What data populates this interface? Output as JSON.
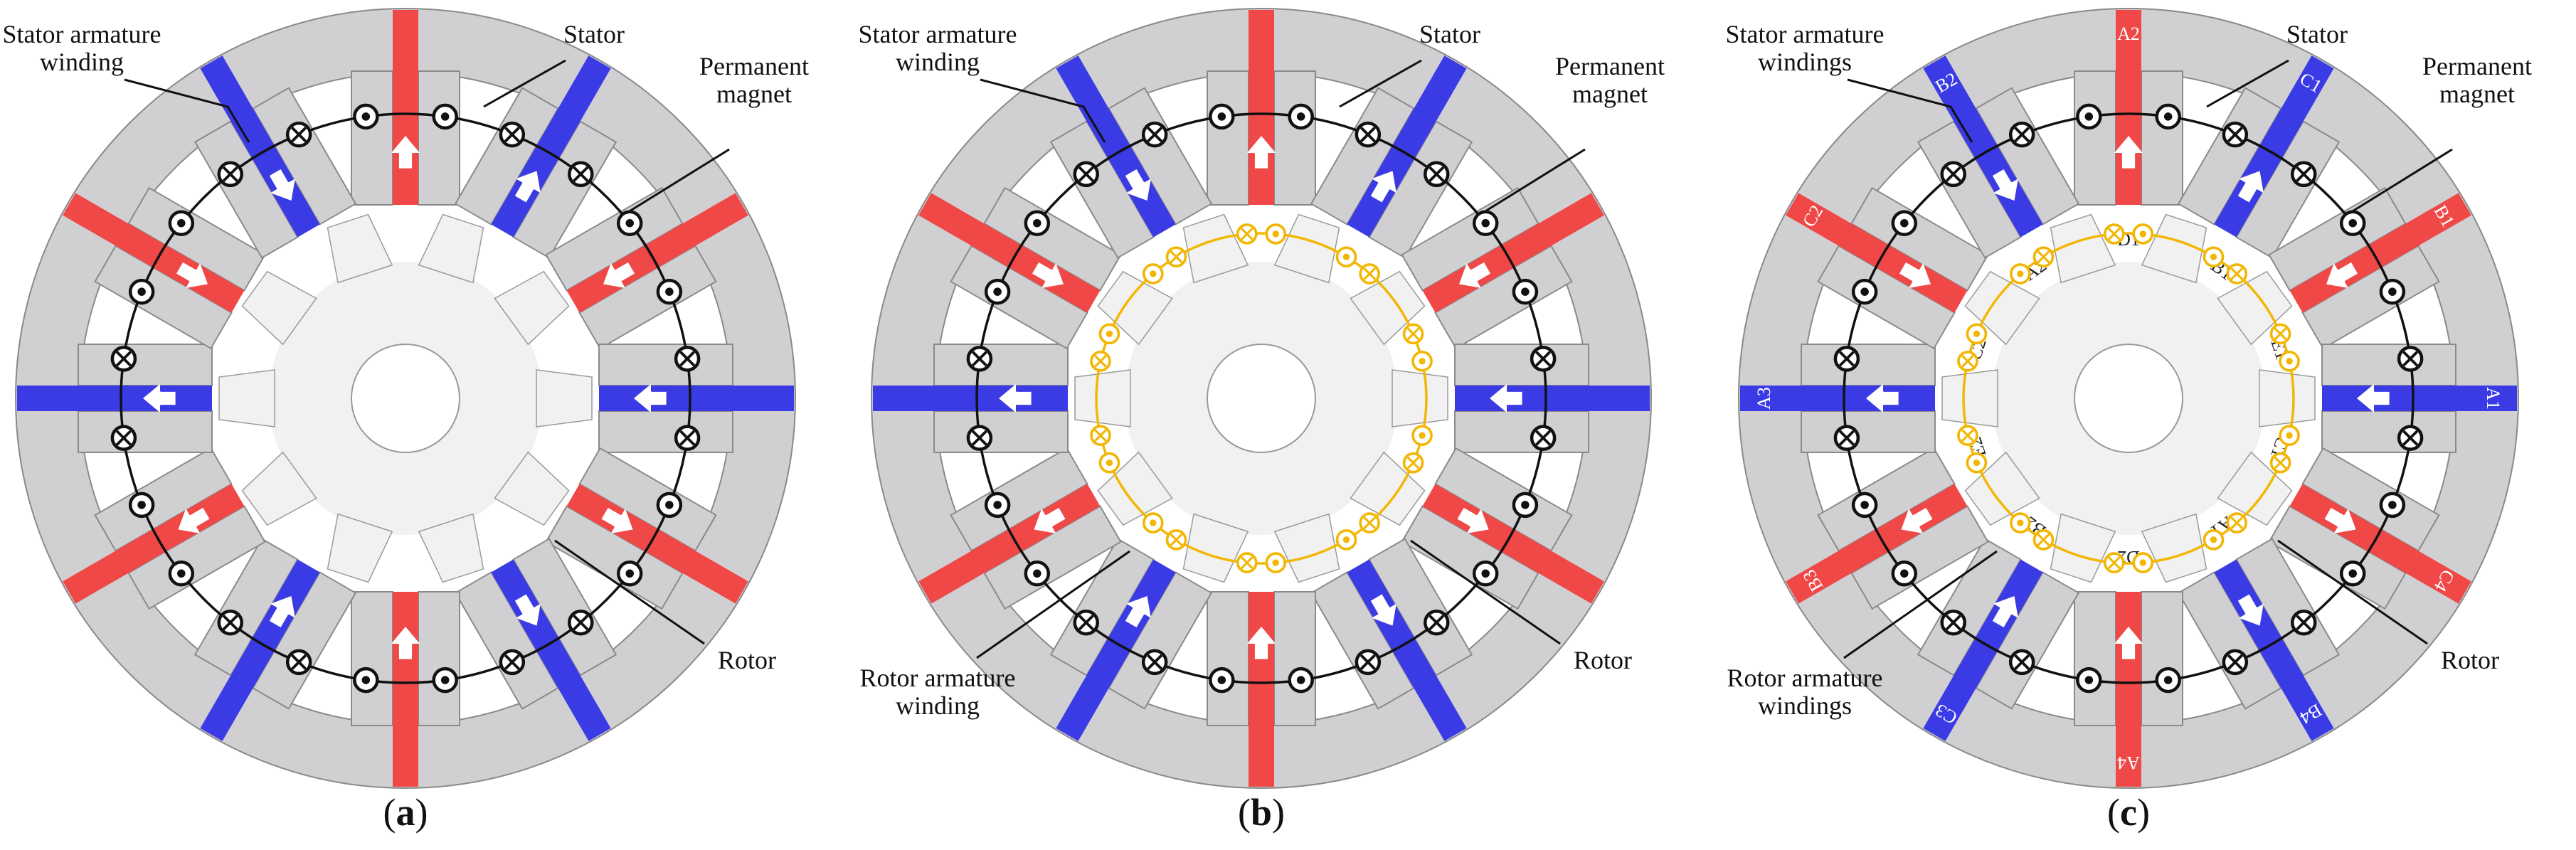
{
  "colors": {
    "stator": "#d0d0d2",
    "stator_edge": "#8a8a8a",
    "rotor": "#f1f1f1",
    "rotor_edge": "#9a9a9a",
    "pm_red": "#f04747",
    "pm_blue": "#3b3be6",
    "rotor_winding": "#f2b705",
    "stator_winding": "#111111",
    "background": "#ffffff"
  },
  "panels": [
    {
      "id": "a",
      "caption": "(a)",
      "caption_letter": "a",
      "rotor_winding": false,
      "labels": {
        "stator_winding": "Stator armature\nwinding",
        "stator": "Stator",
        "pm": "Permanent\nmagnet",
        "rotor": "Rotor"
      }
    },
    {
      "id": "b",
      "caption": "(b)",
      "caption_letter": "b",
      "rotor_winding": true,
      "labels": {
        "stator_winding": "Stator armature\nwinding",
        "stator": "Stator",
        "pm": "Permanent\nmagnet",
        "rotor": "Rotor",
        "rotor_winding": "Rotor armature\nwinding"
      }
    },
    {
      "id": "c",
      "caption": "(c)",
      "caption_letter": "c",
      "rotor_winding": true,
      "labels": {
        "stator_winding": "Stator armature\nwindings",
        "stator": "Stator",
        "pm": "Permanent\nmagnet",
        "rotor": "Rotor",
        "rotor_winding": "Rotor armature\nwindings"
      },
      "pm_tags": [
        "A2",
        "C1",
        "B1",
        "A1",
        "C4",
        "B4",
        "A4",
        "C3",
        "B3",
        "A3",
        "C2",
        "B2"
      ],
      "rotor_slot_tags": [
        "B1",
        "E1",
        "C1",
        "A1",
        "D2",
        "B2",
        "E2",
        "C2",
        "A2",
        "D1"
      ]
    }
  ]
}
